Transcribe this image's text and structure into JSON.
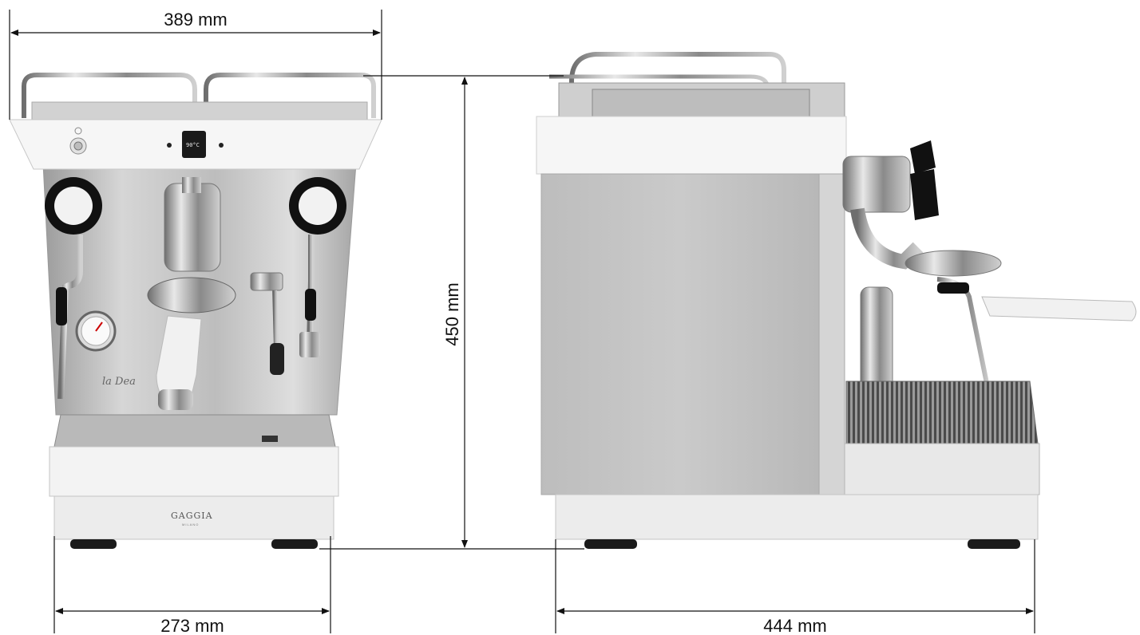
{
  "dimensions": {
    "front_width": "389 mm",
    "height": "450 mm",
    "base_width": "273 mm",
    "side_depth": "444 mm"
  },
  "machine": {
    "brand": "GAGGIA",
    "brand_sub": "MILANO",
    "model_script": "la Dea",
    "display_reading": "90°C"
  },
  "colors": {
    "steel": "#c9c9c9",
    "white_panel": "#f6f6f6",
    "knob": "#111111",
    "line": "#111111"
  }
}
